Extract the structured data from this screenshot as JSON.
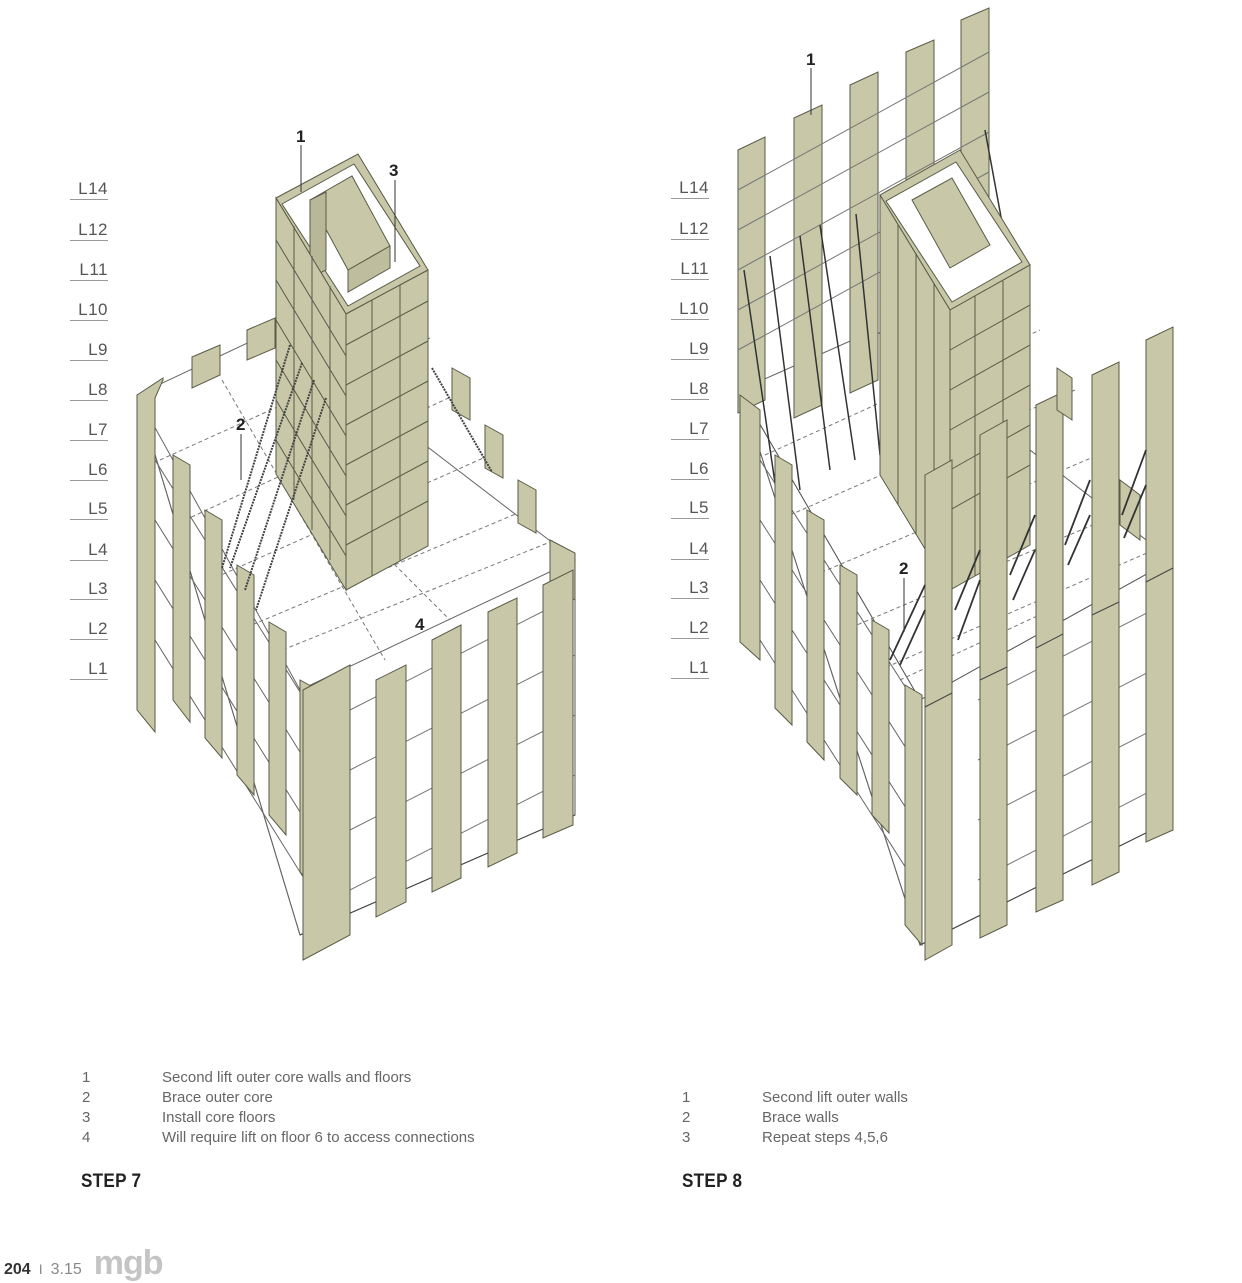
{
  "levels": [
    "L14",
    "L12",
    "L11",
    "L10",
    "L9",
    "L8",
    "L7",
    "L6",
    "L5",
    "L4",
    "L3",
    "L2",
    "L1"
  ],
  "colors": {
    "panel_fill": "#c8c8a8",
    "panel_edge": "#5a5a48",
    "floor_fill": "#ffffff",
    "line": "#333333",
    "label_text": "#555555",
    "step_title": "#222222",
    "brand": "#c4c4c4"
  },
  "step7": {
    "title": "STEP 7",
    "callouts": [
      "1",
      "2",
      "3",
      "4"
    ],
    "legend": [
      {
        "num": "1",
        "text": "Second lift outer core walls and floors"
      },
      {
        "num": "2",
        "text": "Brace outer core"
      },
      {
        "num": "3",
        "text": "Install core floors"
      },
      {
        "num": "4",
        "text": "Will require lift on floor 6 to access connections"
      }
    ]
  },
  "step8": {
    "title": "STEP 8",
    "callouts": [
      "1",
      "2"
    ],
    "legend": [
      {
        "num": "1",
        "text": "Second lift outer walls"
      },
      {
        "num": "2",
        "text": "Brace walls"
      },
      {
        "num": "3",
        "text": "Repeat steps 4,5,6"
      }
    ]
  },
  "footer": {
    "page_number": "204",
    "separator": "I",
    "section": "3.15",
    "brand": "mgb"
  }
}
